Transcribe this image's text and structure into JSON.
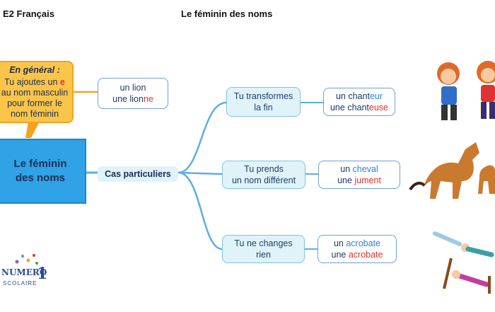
{
  "header": {
    "left": "E2 Français",
    "title": "Le féminin des noms"
  },
  "main_topic": {
    "line1": "Le féminin",
    "line2": "des noms"
  },
  "general": {
    "title": "En général :",
    "l1a": "Tu ajoutes un ",
    "l1b": "e",
    "l2": "au nom masculin",
    "l3": "pour former le",
    "l4": "nom féminin"
  },
  "lion": {
    "m": "un lion",
    "f_a": "une lion",
    "f_b": "ne"
  },
  "cas": "Cas particuliers",
  "branches": [
    {
      "label1": "Tu transformes",
      "label2": "la fin",
      "m_a": "un chant",
      "m_b": "eur",
      "f_a": "une chant",
      "f_b": "euse"
    },
    {
      "label1": "Tu prends",
      "label2": "un nom différent",
      "m_a": "un ",
      "m_b": "cheval",
      "f_a": "une ",
      "f_b": "jument"
    },
    {
      "label1": "Tu ne changes",
      "label2": "rien",
      "m_a": "un ",
      "m_b": "acrobate",
      "f_a": "une ",
      "f_b": "acrobate"
    }
  ],
  "logo": {
    "word": "NUMERO",
    "digit": "1",
    "sub": "SCOLAIRE"
  },
  "colors": {
    "orange": "#f6a21e",
    "orange_light": "#fbc54a",
    "blue_main": "#2fa3e6",
    "line": "#5aaee6",
    "red": "#e0322a"
  }
}
